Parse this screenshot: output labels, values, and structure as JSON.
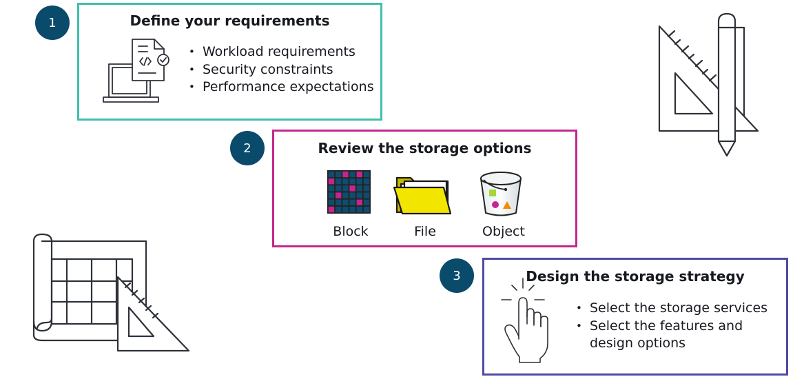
{
  "colors": {
    "step_circle": "#0a4a6b",
    "step1_border": "#3fbfad",
    "step2_border": "#c4268c",
    "step3_border": "#4f4aa3",
    "line_art": "#2d3138",
    "block_cell": "#0f4c6d",
    "block_accent": "#c4268c",
    "folder_yellow": "#f2e600"
  },
  "steps": [
    {
      "number": "1",
      "title": "Define your requirements",
      "icon": "laptop-code-document-icon",
      "bullets": [
        "Workload requirements",
        "Security constraints",
        "Performance expectations"
      ]
    },
    {
      "number": "2",
      "title": "Review the storage options",
      "options": [
        {
          "label": "Block",
          "icon": "block-storage-icon"
        },
        {
          "label": "File",
          "icon": "folder-icon"
        },
        {
          "label": "Object",
          "icon": "bucket-icon"
        }
      ]
    },
    {
      "number": "3",
      "title": "Design the storage strategy",
      "icon": "tap-hand-icon",
      "bullets": [
        "Select the storage services",
        "Select the features and design options"
      ]
    }
  ],
  "decorations": [
    "ruler-pencil-icon",
    "blueprint-icon"
  ]
}
